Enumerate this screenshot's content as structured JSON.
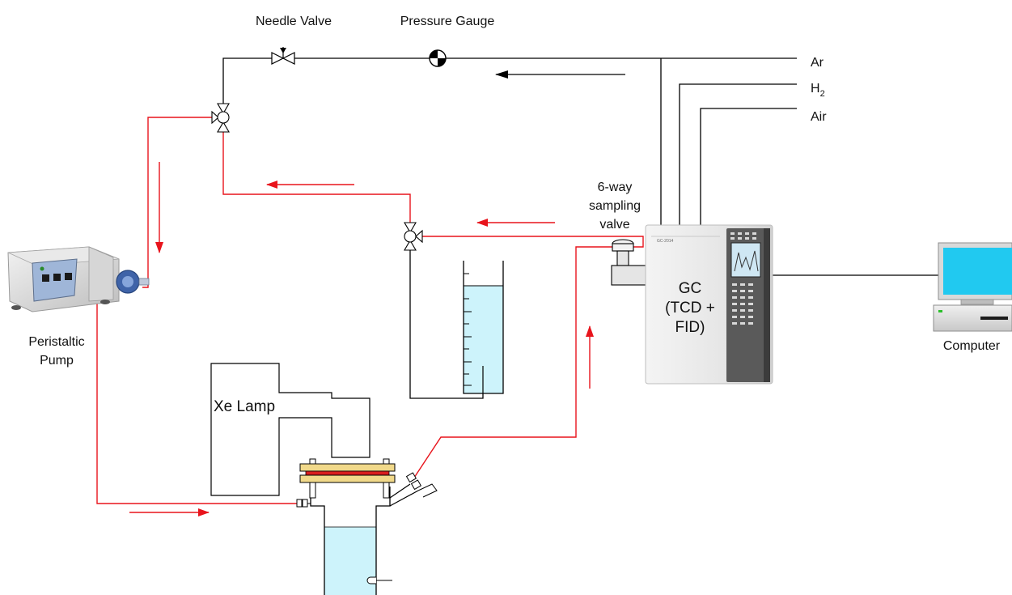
{
  "labels": {
    "needle_valve": "Needle Valve",
    "pressure_gauge": "Pressure Gauge",
    "gas_ar": "Ar",
    "gas_h2": "H",
    "gas_h2_sub": "2",
    "gas_air": "Air",
    "sampling_valve_line1": "6-way",
    "sampling_valve_line2": "sampling",
    "sampling_valve_line3": "valve",
    "gc_line1": "GC",
    "gc_line2": "(TCD +",
    "gc_line3": "FID)",
    "computer": "Computer",
    "pump_line1": "Peristaltic",
    "pump_line2": "Pump",
    "lamp": "Xe Lamp",
    "gc_model": "GC-2014"
  },
  "colors": {
    "black_line": "#000000",
    "red_line": "#e8141c",
    "water": "#cdf3fb",
    "gc_body": "#eaeaea",
    "gc_panel": "#4a4a4a",
    "monitor_screen": "#21c9f0",
    "flange": "#f1d98a",
    "window": "#d91d1d"
  },
  "icons": {
    "pump": "peristaltic-pump-icon",
    "gc": "gas-chromatograph-icon",
    "computer": "desktop-computer-icon",
    "gauge": "pressure-gauge-icon",
    "valve": "needle-valve-icon"
  }
}
